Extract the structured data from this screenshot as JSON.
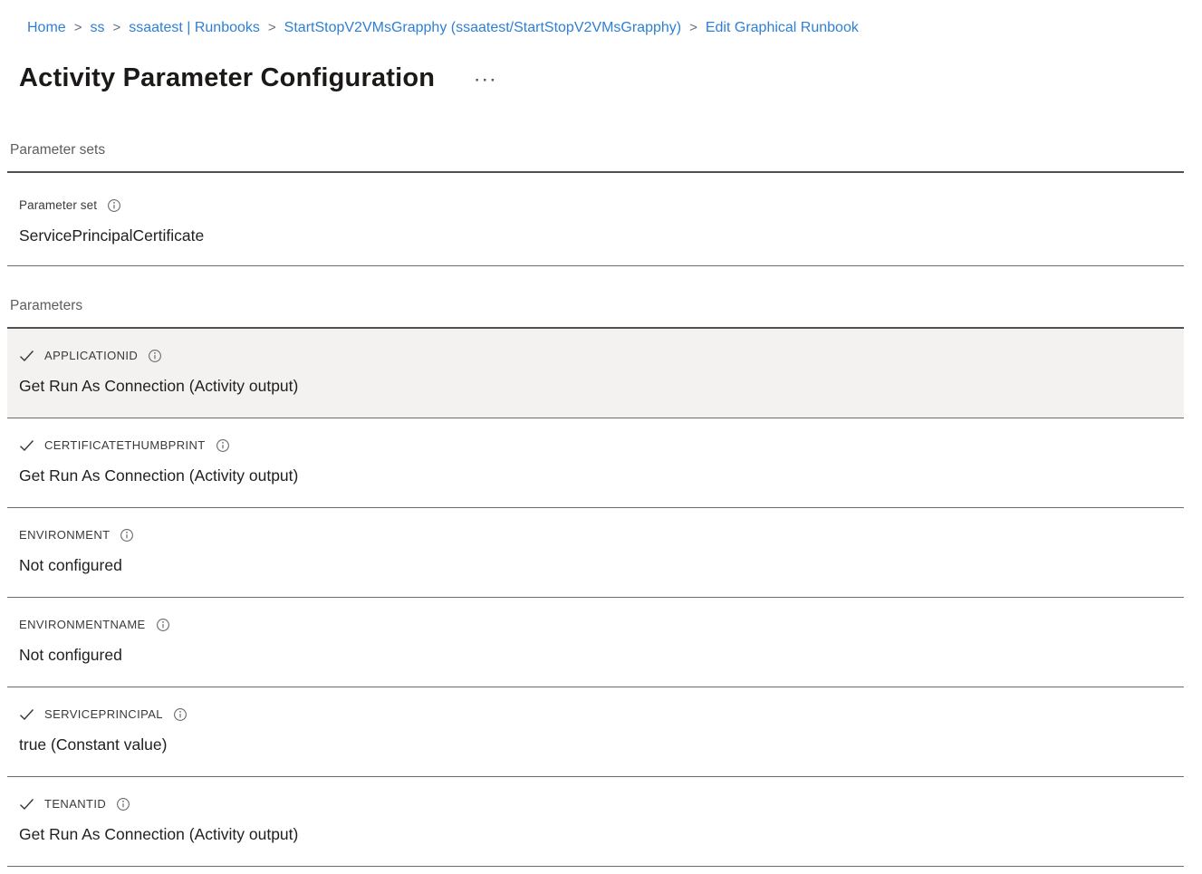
{
  "breadcrumb": {
    "separator": ">",
    "items": [
      {
        "label": "Home"
      },
      {
        "label": "ss"
      },
      {
        "label": "ssaatest | Runbooks"
      },
      {
        "label": "StartStopV2VMsGrapphy (ssaatest/StartStopV2VMsGrapphy)"
      },
      {
        "label": "Edit Graphical Runbook"
      }
    ]
  },
  "header": {
    "title": "Activity Parameter Configuration",
    "more_glyph": "···"
  },
  "parameter_sets_section": {
    "title": "Parameter sets",
    "fields": [
      {
        "label": "Parameter set",
        "value": "ServicePrincipalCertificate",
        "checked": false,
        "highlighted": false
      }
    ]
  },
  "parameters_section": {
    "title": "Parameters",
    "fields": [
      {
        "label": "APPLICATIONID",
        "value": "Get Run As Connection (Activity output)",
        "checked": true,
        "highlighted": true
      },
      {
        "label": "CERTIFICATETHUMBPRINT",
        "value": "Get Run As Connection (Activity output)",
        "checked": true,
        "highlighted": false
      },
      {
        "label": "ENVIRONMENT",
        "value": "Not configured",
        "checked": false,
        "highlighted": false
      },
      {
        "label": "ENVIRONMENTNAME",
        "value": "Not configured",
        "checked": false,
        "highlighted": false
      },
      {
        "label": "SERVICEPRINCIPAL",
        "value": "true (Constant value)",
        "checked": true,
        "highlighted": false
      },
      {
        "label": "TENANTID",
        "value": "Get Run As Connection (Activity output)",
        "checked": true,
        "highlighted": false
      }
    ]
  },
  "colors": {
    "link_blue": "#2f80d4",
    "highlight_row_bg": "#f3f2f1",
    "section_divider": "#53514f",
    "row_divider": "#6e6c6a",
    "title_text": "#1b1a19",
    "label_text": "#3b3a39",
    "section_title_text": "#5f5d5b"
  }
}
